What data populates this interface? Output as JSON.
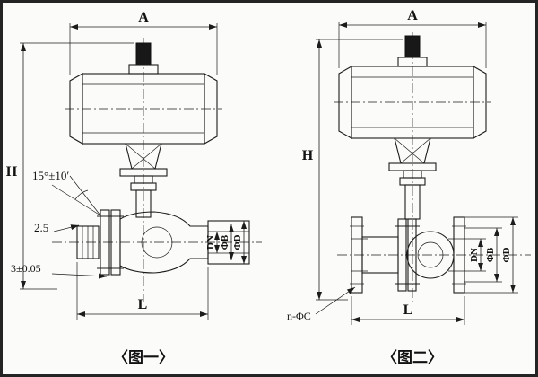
{
  "page": {
    "background": "#f7f7f5",
    "line_color": "#1c1c1c",
    "border_color": "#242424"
  },
  "figure1": {
    "caption": "〈图一〉",
    "dims": {
      "A": "A",
      "H": "H",
      "L": "L",
      "DN": "DN",
      "phi_B": "ΦB",
      "phi_D": "ΦD",
      "angle": "15°±10′",
      "chamfer": "2.5",
      "gap": "3±0.05"
    }
  },
  "figure2": {
    "caption": "〈图二〉",
    "dims": {
      "A": "A",
      "H": "H",
      "L": "L",
      "DN": "DN",
      "phi_B": "ΦB",
      "phi_D": "ΦD",
      "bolt_holes": "n-ΦC"
    }
  }
}
